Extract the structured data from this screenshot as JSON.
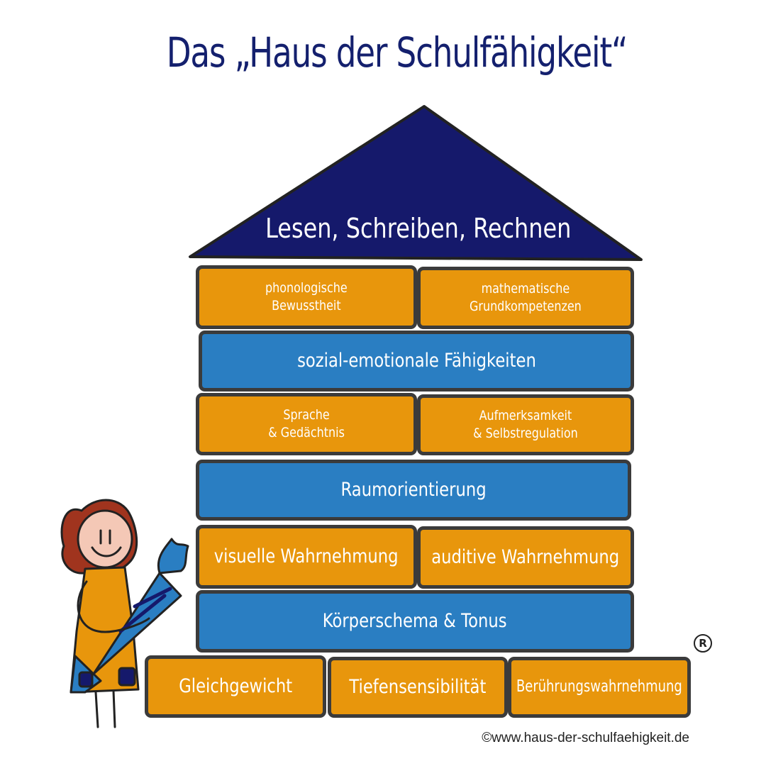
{
  "title": "Das „Haus der Schulfähigkeit“",
  "roof": {
    "label": "Lesen, Schreiben, Rechnen"
  },
  "rows": {
    "row1": [
      "phonologische\nBewusstheit",
      "mathematische\nGrundkompetenzen"
    ],
    "row2": "sozial-emotionale Fähigkeiten",
    "row3": [
      "Sprache\n& Gedächtnis",
      "Aufmerksamkeit\n& Selbstregulation"
    ],
    "row4": "Raumorientierung",
    "row5": [
      "visuelle Wahrnehmung",
      "auditive Wahrnehmung"
    ],
    "row6": "Körperschema & Tonus",
    "foundation": [
      "Gleichgewicht",
      "Tiefensensibilität",
      "Berührungswahrnehmung"
    ]
  },
  "registered_mark": "R",
  "website": "©www.haus-der-schulfaehigkeit.de",
  "colors": {
    "roof": "#15196b",
    "orange_block": "#e8960c",
    "blue_block": "#2a7ec2",
    "title": "#14206e",
    "outline": "#3b3b3b"
  }
}
